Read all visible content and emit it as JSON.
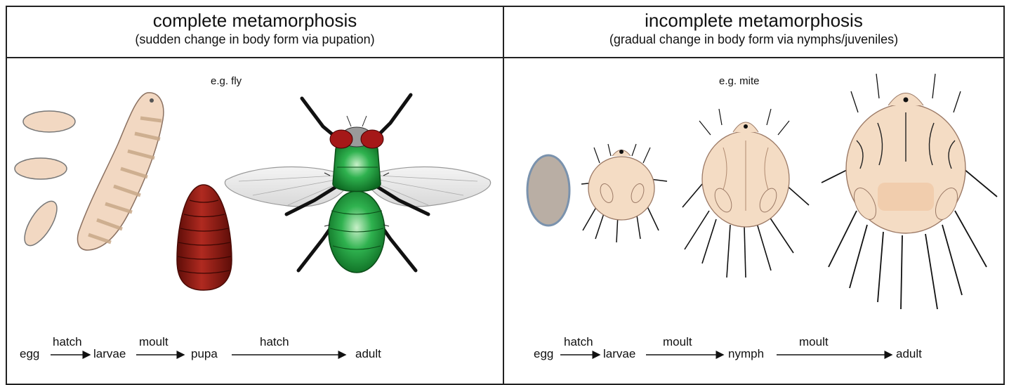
{
  "left_panel": {
    "title": "complete metamorphosis",
    "subtitle": "(sudden change in body form via pupation)",
    "example": "e.g. fly",
    "stages": [
      "egg",
      "larvae",
      "pupa",
      "adult"
    ],
    "transitions": [
      "hatch",
      "moult",
      "hatch"
    ]
  },
  "right_panel": {
    "title": "incomplete metamorphosis",
    "subtitle": "(gradual change in body form via nymphs/juveniles)",
    "example": "e.g. mite",
    "stages": [
      "egg",
      "larvae",
      "nymph",
      "adult"
    ],
    "transitions": [
      "hatch",
      "moult",
      "moult"
    ]
  },
  "colors": {
    "egg_fill": "#f2d8c2",
    "pupa": "#8e1c14",
    "fly_body": "#2aa54a",
    "fly_eye": "#a01818",
    "mite_body": "#f4dcc4",
    "mite_egg": "#b9aea4"
  }
}
